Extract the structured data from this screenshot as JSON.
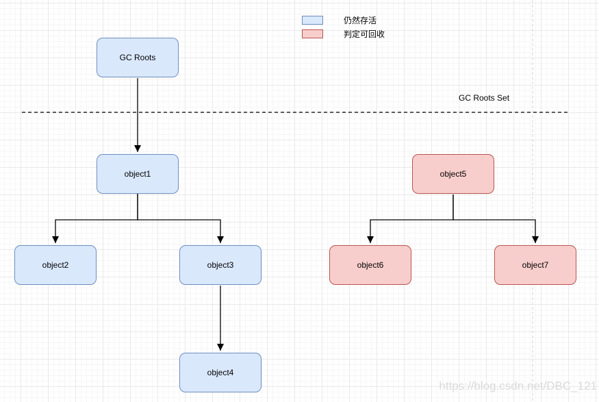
{
  "diagram": {
    "legend": {
      "items": [
        {
          "id": "alive",
          "label": "仍然存活",
          "fill": "#dae8fc",
          "border": "#6c8ebf"
        },
        {
          "id": "recyclable",
          "label": "判定可回收",
          "fill": "#f8cecc",
          "border": "#b85450"
        }
      ]
    },
    "boundary_label": "GC Roots Set",
    "nodes": {
      "gc_roots": {
        "label": "GC Roots",
        "status": "alive"
      },
      "object1": {
        "label": "object1",
        "status": "alive"
      },
      "object2": {
        "label": "object2",
        "status": "alive"
      },
      "object3": {
        "label": "object3",
        "status": "alive"
      },
      "object4": {
        "label": "object4",
        "status": "alive"
      },
      "object5": {
        "label": "object5",
        "status": "recyclable"
      },
      "object6": {
        "label": "object6",
        "status": "recyclable"
      },
      "object7": {
        "label": "object7",
        "status": "recyclable"
      }
    },
    "edges": [
      {
        "from": "gc_roots",
        "to": "object1"
      },
      {
        "from": "object1",
        "to": "object2"
      },
      {
        "from": "object1",
        "to": "object3"
      },
      {
        "from": "object3",
        "to": "object4"
      },
      {
        "from": "object5",
        "to": "object6"
      },
      {
        "from": "object5",
        "to": "object7"
      }
    ],
    "watermark": "https://blog.csdn.net/DBC_121"
  }
}
